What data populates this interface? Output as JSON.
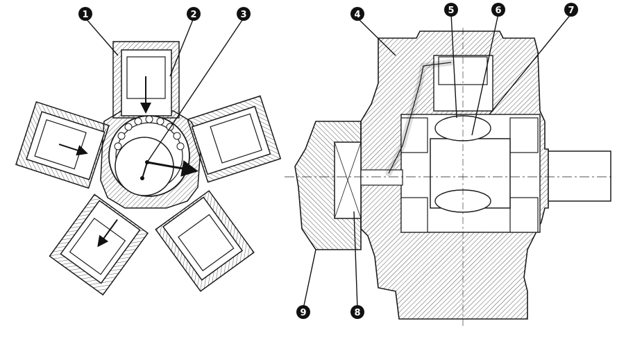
{
  "callouts": [
    "1",
    "2",
    "3",
    "4",
    "5",
    "6",
    "7",
    "8",
    "9"
  ],
  "colors": {
    "line": "#1a1a1a",
    "hatch": "#555555",
    "background": "#ffffff",
    "callout_fill": "#111111",
    "callout_text": "#ffffff"
  }
}
